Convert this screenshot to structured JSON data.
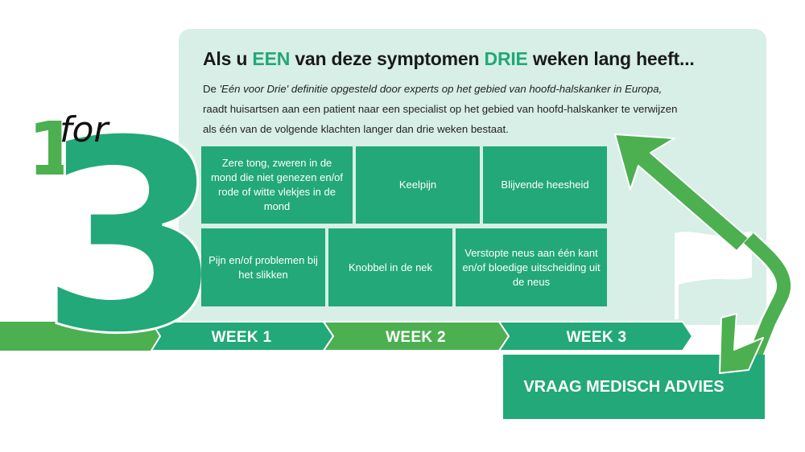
{
  "logo": {
    "one": "1",
    "for": "for",
    "three": "3"
  },
  "headline": {
    "part1": "Als u ",
    "highlight1": "EEN",
    "part2": " van deze symptomen ",
    "highlight2": "DRIE",
    "part3": " weken lang heeft..."
  },
  "description": {
    "prefix": "De ",
    "italic": "'Eén voor Drie' definitie opgesteld door experts op het gebied van hoofd-halskanker in Europa,",
    "line2": "raadt huisartsen aan een patient naar een specialist op het gebied van hoofd-halskanker te verwijzen",
    "line3": "als één van de volgende klachten langer dan drie weken bestaat."
  },
  "symptoms": [
    {
      "label": "Zere tong, zweren in de mond die niet genezen en/of rode of witte vlekjes in de mond"
    },
    {
      "label": "Keelpijn"
    },
    {
      "label": "Blijvende heesheid"
    },
    {
      "label": "Pijn en/of problemen bij het slikken"
    },
    {
      "label": "Knobbel in de nek"
    },
    {
      "label": "Verstopte neus aan één kant en/of bloedige uitscheiding uit de neus"
    }
  ],
  "timeline": {
    "weeks": [
      "WEEK 1",
      "WEEK 2",
      "WEEK 3"
    ]
  },
  "advice": {
    "label": "VRAAG MEDISCH ADVIES"
  },
  "colors": {
    "teal": "#22a879",
    "green": "#4caf50",
    "panel": "#d7efe6",
    "text": "#1a1a1a"
  }
}
